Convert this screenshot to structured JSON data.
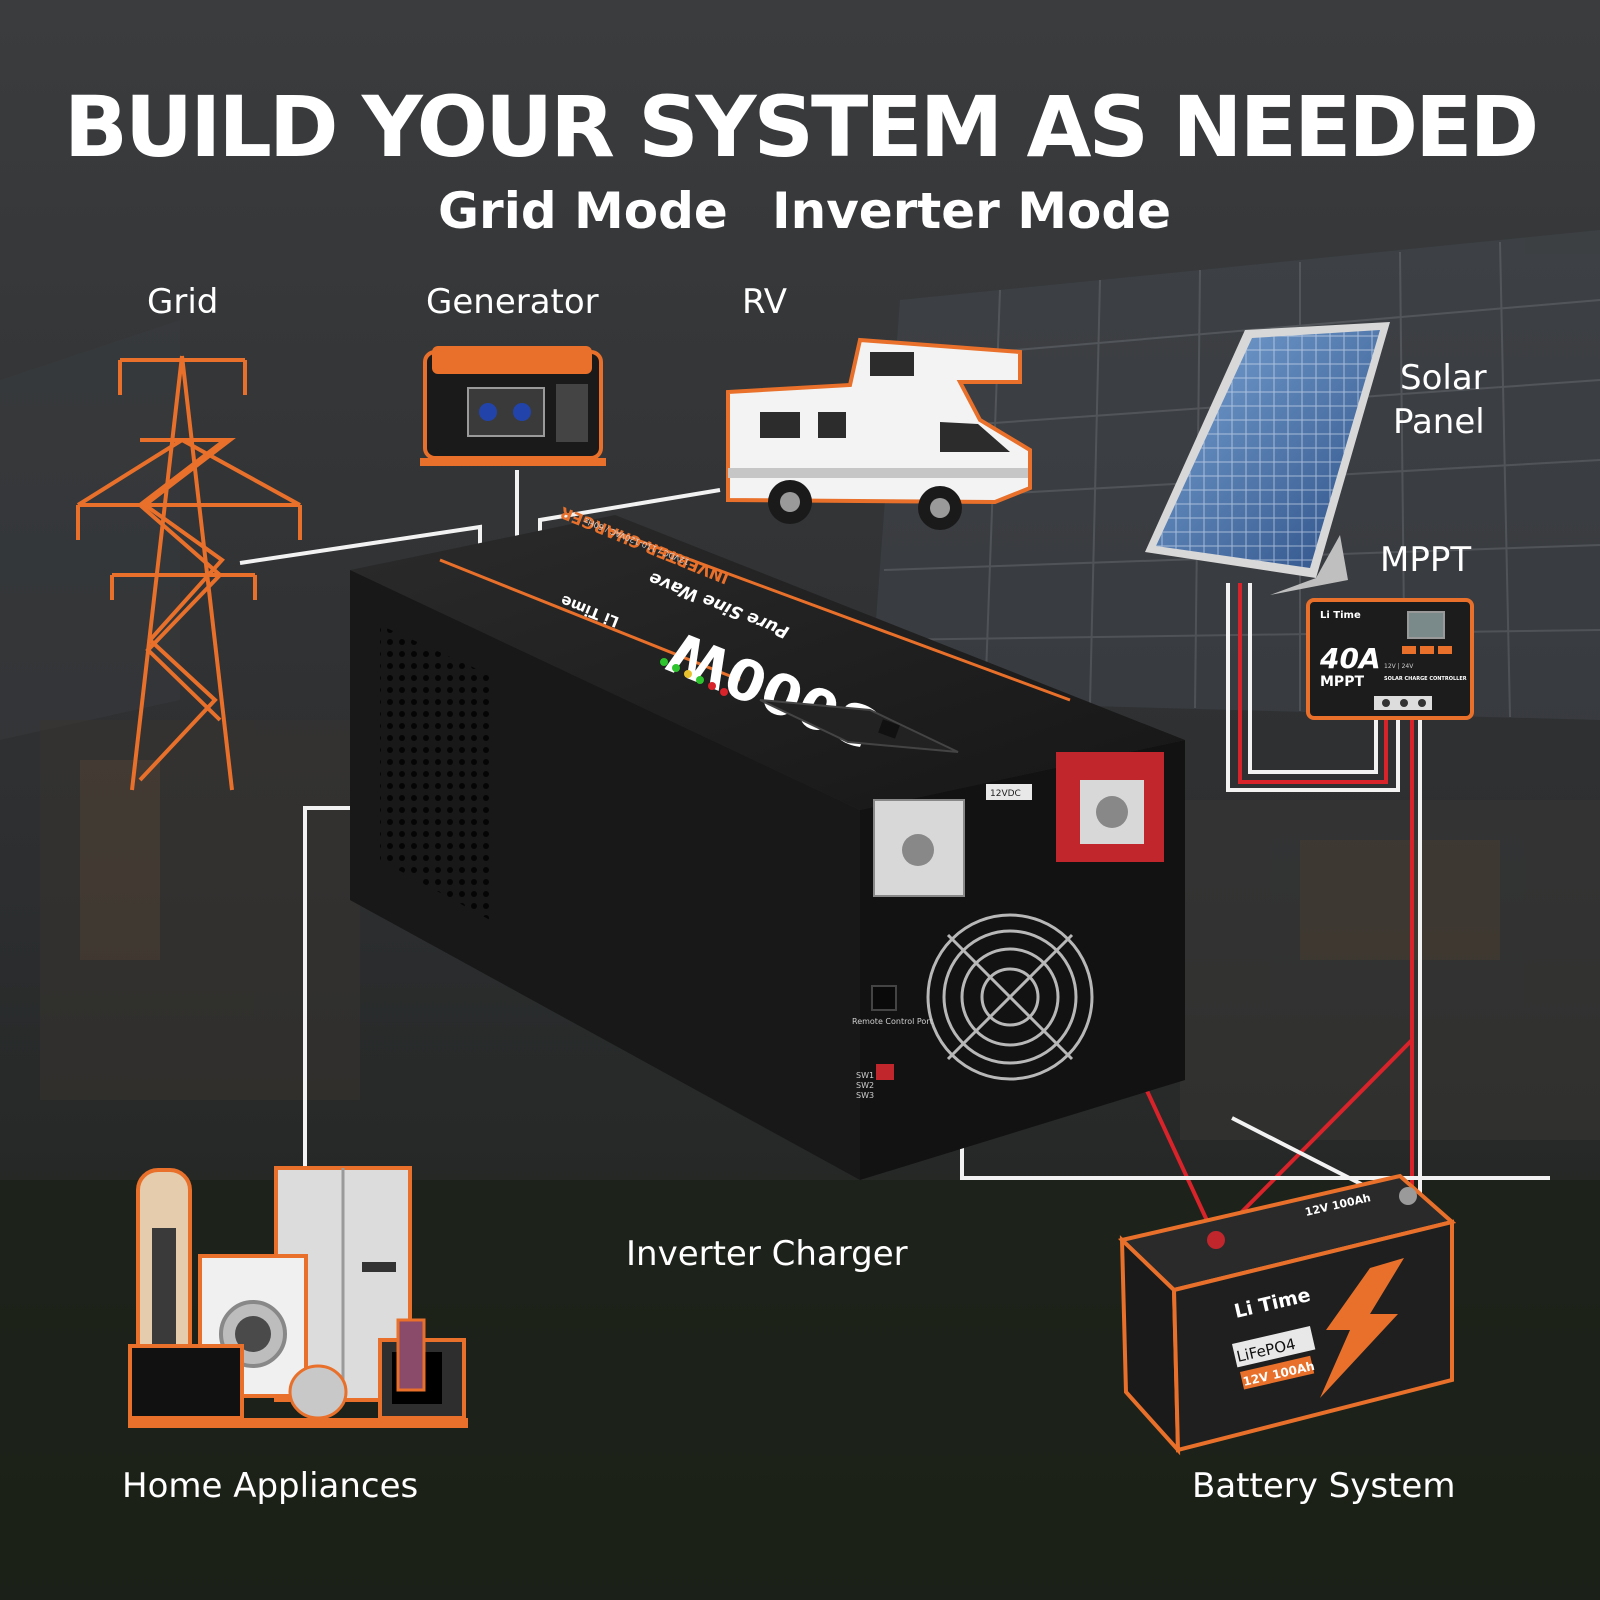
{
  "title": "BUILD YOUR SYSTEM AS NEEDED",
  "modes": [
    "Grid Mode",
    "Inverter Mode"
  ],
  "labels": {
    "grid": "Grid",
    "generator": "Generator",
    "rv": "RV",
    "solar_line1": "Solar",
    "solar_line2": "Panel",
    "mppt": "MPPT",
    "inverter_charger": "Inverter Charger",
    "home_appliances": "Home Appliances",
    "battery_system": "Battery System"
  },
  "inverter_print": {
    "power": "3000W",
    "type": "Pure Sine Wave",
    "product": "INVERTER CHARGER",
    "brand": "Li Time",
    "spec": "12VDC / 110-120VAC / 60Hz",
    "voltage_tag": "12VDC",
    "remote_port": "Remote Control Port",
    "switches": [
      "SW1",
      "SW2",
      "SW3"
    ]
  },
  "mppt_print": {
    "brand": "Li Time",
    "rating": "40A",
    "name": "MPPT",
    "voltage": "12V | 24V",
    "desc": "SOLAR CHARGE CONTROLLER"
  },
  "battery_print": {
    "brand": "Li Time",
    "chemistry": "LiFePO4",
    "rating": "12V 100Ah",
    "top_tag": "12V 100Ah"
  },
  "colors": {
    "accent": "#e8702a",
    "wire_red": "#d8232a",
    "wire_white": "#f2f2f2",
    "background": "#2e3033"
  }
}
